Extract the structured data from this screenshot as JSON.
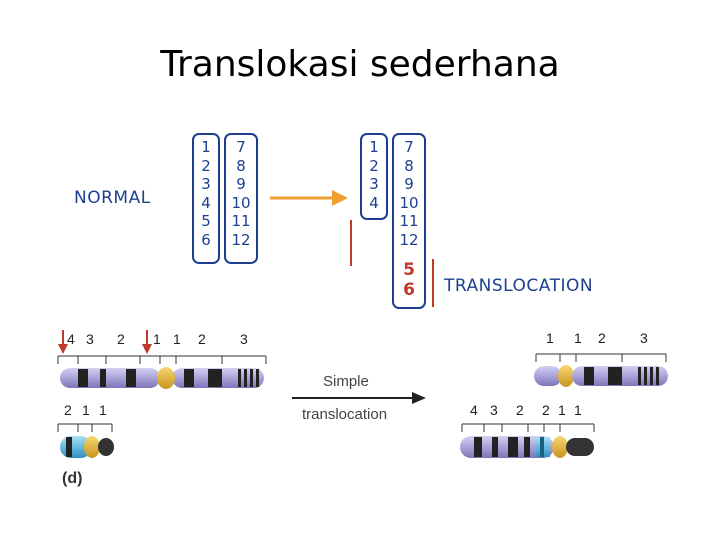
{
  "title": "Translokasi sederhana",
  "top_diagram": {
    "normal_label": "NORMAL",
    "translocation_label": "TRANSLOCATION",
    "left_chrom_a": [
      "1",
      "2",
      "3",
      "4",
      "5",
      "6"
    ],
    "left_chrom_b": [
      "7",
      "8",
      "9",
      "10",
      "11",
      "12"
    ],
    "right_chrom_a": [
      "1",
      "2",
      "3",
      "4"
    ],
    "right_chrom_b": [
      "7",
      "8",
      "9",
      "10",
      "11",
      "12"
    ],
    "right_chrom_b_moved": [
      "5",
      "6"
    ]
  },
  "bottom_diagram": {
    "arrow_label_top": "Simple",
    "arrow_label_bottom": "translocation",
    "panel_label": "(d)",
    "left_top_bands": [
      "4",
      "3",
      "2",
      "1",
      "1",
      "2",
      "3"
    ],
    "left_bottom_bands": [
      "2",
      "1",
      "1"
    ],
    "right_top_bands": [
      "1",
      "1",
      "2",
      "3"
    ],
    "right_bottom_bands": [
      "4",
      "3",
      "2",
      "2",
      "1",
      "1"
    ]
  },
  "colors": {
    "label_blue": "#1d3f8f",
    "accent_red": "#c0392b",
    "arrow_orange": "#f0a030",
    "chromosome_body": "#a9a3d8",
    "centromere": "#e8b830",
    "segment_cyan": "#4fb8e0"
  }
}
